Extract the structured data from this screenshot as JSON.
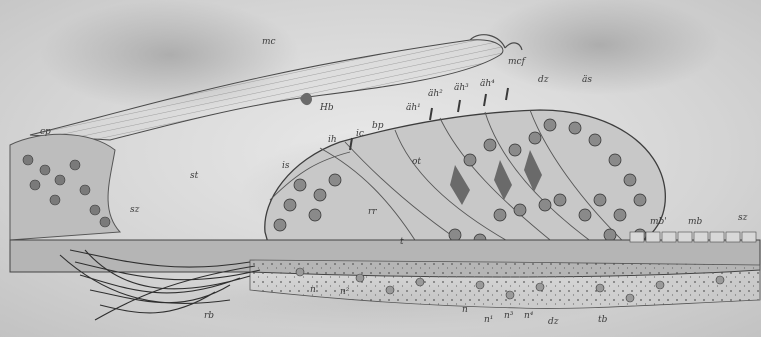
{
  "image": {
    "labels": {
      "mc": "mc",
      "mcf": "mcf",
      "hb": "Hb",
      "cp": "cp",
      "st": "st",
      "sz": "sz",
      "is": "is",
      "ih": "ih",
      "ic": "ic",
      "bp": "bp",
      "ot": "ot",
      "rr": "rr",
      "t": "t",
      "ah1": "äh¹",
      "ah2": "äh²",
      "ah3": "äh³",
      "ah4": "äh⁴",
      "dz": "dz",
      "as": "äs",
      "mb1": "mb'",
      "mb": "mb",
      "sz2": "sz",
      "rb": "rb",
      "n1": "n'",
      "n2": "n²",
      "n3": "n",
      "n4": "n¹",
      "n5": "n³",
      "n6": "n⁴",
      "dz2": "dz",
      "tb": "tb"
    }
  }
}
